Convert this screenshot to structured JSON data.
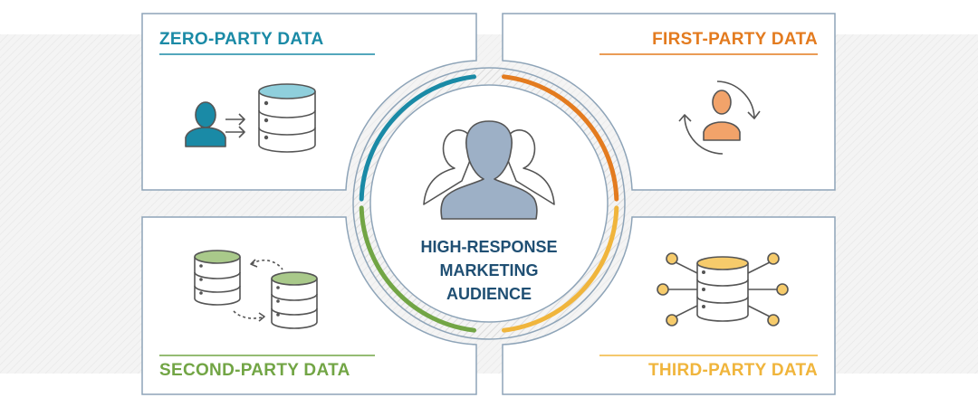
{
  "quadrants": {
    "zero": {
      "title": "ZERO-PARTY DATA",
      "color": "#1a8aa6",
      "icon": "person-to-database-icon"
    },
    "first": {
      "title": "FIRST-PARTY DATA",
      "color": "#e37b1f",
      "icon": "person-cycle-icon"
    },
    "second": {
      "title": "SECOND-PARTY DATA",
      "color": "#72a545",
      "icon": "database-exchange-icon"
    },
    "third": {
      "title": "THIRD-PARTY DATA",
      "color": "#f0b53c",
      "icon": "database-network-icon"
    }
  },
  "center": {
    "lines": [
      "HIGH-RESPONSE",
      "MARKETING",
      "AUDIENCE"
    ],
    "icon": "audience-group-icon"
  },
  "colors": {
    "frame": "#8ea4b8",
    "text": "#1f4f73",
    "person_fill": "#9db0c6",
    "icon_stroke": "#555555"
  }
}
